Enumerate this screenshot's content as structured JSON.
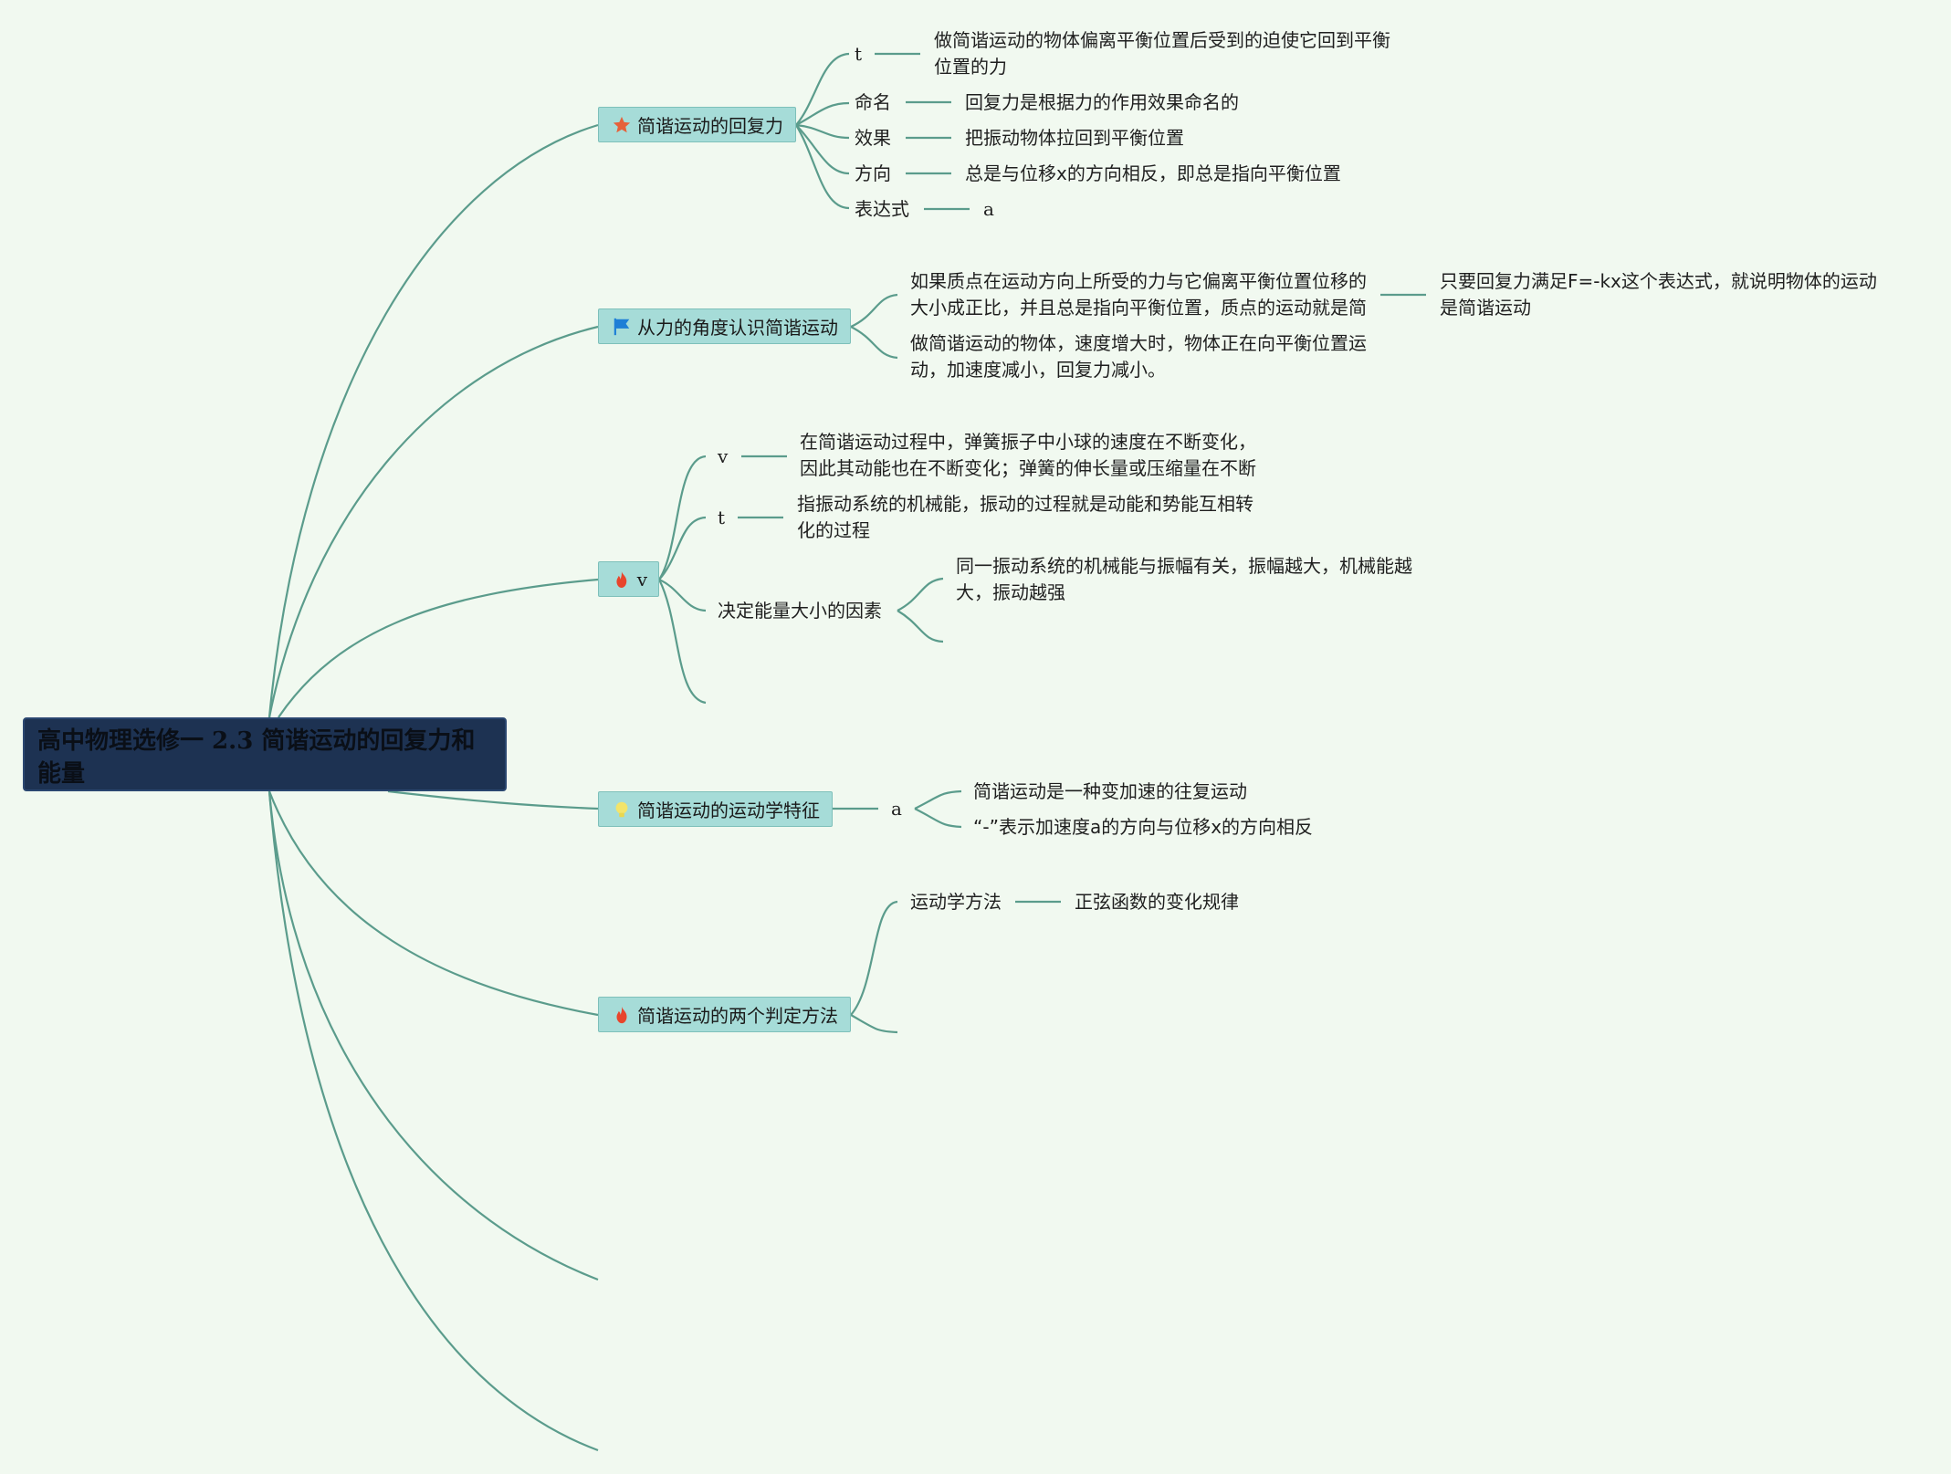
{
  "root": {
    "title": "高中物理选修一 2.3 简谐运动的回复力和能量"
  },
  "branch1": {
    "label": "简谐运动的回复力",
    "icon": "star-icon",
    "icon_color": "#e6613a",
    "items": [
      {
        "key": "t",
        "value": "做简谐运动的物体偏离平衡位置后受到的迫使它回到平衡位置的力"
      },
      {
        "key": "命名",
        "value": "回复力是根据力的作用效果命名的"
      },
      {
        "key": "效果",
        "value": "把振动物体拉回到平衡位置"
      },
      {
        "key": "方向",
        "value": "总是与位移x的方向相反，即总是指向平衡位置"
      },
      {
        "key": "表达式",
        "value": "a"
      }
    ]
  },
  "branch2": {
    "label": "从力的角度认识简谐运动",
    "icon": "flag-icon",
    "icon_color": "#1e7fd6",
    "item1": "如果质点在运动方向上所受的力与它偏离平衡位置位移的大小成正比，并且总是指向平衡位置，质点的运动就是简",
    "item1_child": "只要回复力满足F=-kx这个表达式，就说明物体的运动是简谐运动",
    "item2": "做简谐运动的物体，速度增大时，物体正在向平衡位置运动，加速度减小，回复力减小。"
  },
  "branch3": {
    "label": "v",
    "icon": "fire-icon",
    "icon_color": "#e8452c",
    "items": [
      {
        "key": "v",
        "value": "在简谐运动过程中，弹簧振子中小球的速度在不断变化，因此其动能也在不断变化；弹簧的伸长量或压缩量在不断"
      },
      {
        "key": "t",
        "value": "指振动系统的机械能，振动的过程就是动能和势能互相转化的过程"
      }
    ],
    "factor": {
      "key": "决定能量大小的因素",
      "value": "同一振动系统的机械能与振幅有关，振幅越大，机械能越大，振动越强"
    }
  },
  "branch4": {
    "label": "简谐运动的运动学特征",
    "icon": "bulb-icon",
    "icon_color": "#f3e46a",
    "key": "a",
    "items": [
      "简谐运动是一种变加速的往复运动",
      "“-”表示加速度a的方向与位移x的方向相反"
    ]
  },
  "branch5": {
    "label": "简谐运动的两个判定方法",
    "icon": "fire-icon",
    "icon_color": "#e8452c",
    "method": {
      "key": "运动学方法",
      "value": "正弦函数的变化规律"
    }
  },
  "colors": {
    "background": "#f1f9f0",
    "edge": "#5b9c8c",
    "branch_fill": "#a6dcd8",
    "root_fill": "#1d3252"
  }
}
